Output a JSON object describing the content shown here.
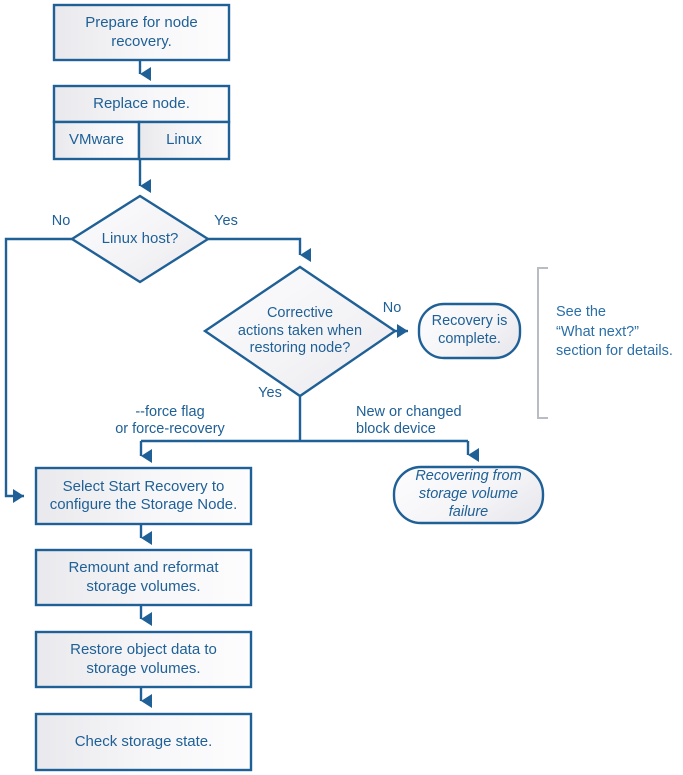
{
  "diagram": {
    "title": "Storage Node recovery flowchart",
    "colors": {
      "stroke": "#1f6096",
      "text": "#1f6096",
      "fill_light": "#fbfbfc",
      "fill_shade": "#ededf0",
      "note_bracket": "#b9bcc2",
      "background": "#ffffff"
    },
    "nodes": [
      {
        "id": "prepare",
        "type": "process",
        "label": "Prepare for node\nrecovery."
      },
      {
        "id": "replace",
        "type": "process",
        "label": "Replace node."
      },
      {
        "id": "vmware",
        "type": "process",
        "label": "VMware"
      },
      {
        "id": "linux",
        "type": "process",
        "label": "Linux"
      },
      {
        "id": "linux-host",
        "type": "decision",
        "label": "Linux host?"
      },
      {
        "id": "corrective",
        "type": "decision",
        "label": "Corrective\nactions taken when\nrestoring node?"
      },
      {
        "id": "recovery-done",
        "type": "terminator",
        "label": "Recovery is\ncomplete."
      },
      {
        "id": "select-start",
        "type": "process",
        "label": "Select Start Recovery to\nconfigure the Storage Node."
      },
      {
        "id": "remount",
        "type": "process",
        "label": "Remount and reformat\nstorage volumes."
      },
      {
        "id": "restore-object",
        "type": "process",
        "label": "Restore object data to\nstorage volumes."
      },
      {
        "id": "check-state",
        "type": "process",
        "label": "Check storage state."
      },
      {
        "id": "recovering-vol",
        "type": "terminator",
        "label": "Recovering from\nstorage volume\nfailure",
        "italic": true
      }
    ],
    "edge_labels": [
      {
        "id": "no-linux-host",
        "label": "No"
      },
      {
        "id": "yes-linux-host",
        "label": "Yes"
      },
      {
        "id": "no-corrective",
        "label": "No"
      },
      {
        "id": "yes-corrective",
        "label": "Yes"
      },
      {
        "id": "force-flag",
        "label": "--force flag\nor force-recovery"
      },
      {
        "id": "new-block-device",
        "label": "New or changed\nblock device"
      }
    ],
    "annotation": {
      "id": "what-next-note",
      "label": "See the\n“What next?”\nsection for details."
    }
  }
}
